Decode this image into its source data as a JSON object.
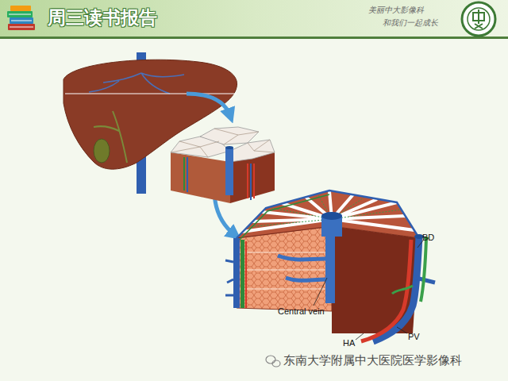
{
  "diagram": {
    "title": "周三读书报告",
    "labels": [
      "美丽中大影像科",
      "和我们一起成长",
      "Central vein",
      "BD",
      "PV",
      "HA",
      "东南大学附属中大医院医学影像科"
    ]
  }
}
